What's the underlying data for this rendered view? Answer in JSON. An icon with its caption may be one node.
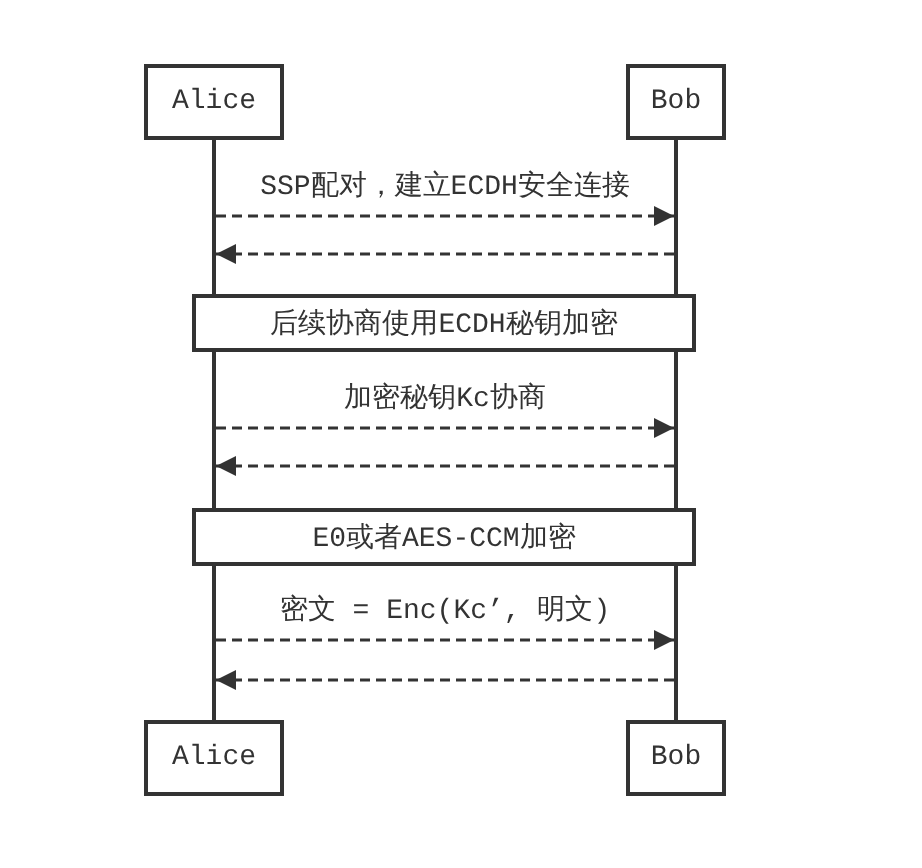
{
  "diagram": {
    "nodes": [
      {
        "text": [
          "Alice"
        ]
      },
      {
        "text": [
          "Bob"
        ]
      },
      {
        "text": [
          "后续协商使用ECDH秘钥加密"
        ]
      },
      {
        "text": [
          "E0或者AES-CCM加密"
        ]
      },
      {
        "text": [
          "Alice"
        ]
      },
      {
        "text": [
          "Bob"
        ]
      },
      {
        "text": [],
        "shape": "line"
      },
      {
        "text": [],
        "shape": "line"
      },
      {
        "text": [],
        "shape": "line"
      },
      {
        "text": [],
        "shape": "line"
      },
      {
        "text": [],
        "shape": "line"
      },
      {
        "text": [],
        "shape": "line"
      }
    ],
    "edges": [
      {
        "from": 6,
        "to": 7,
        "arrow": "to",
        "style": "dashed",
        "label": "SSP配对，建立ECDH安全连接"
      },
      {
        "from": 7,
        "to": 6,
        "arrow": "to",
        "style": "dashed"
      },
      {
        "from": 8,
        "to": 9,
        "arrow": "to",
        "style": "dashed",
        "label": "加密秘钥Kc协商"
      },
      {
        "from": 9,
        "to": 8,
        "arrow": "to",
        "style": "dashed"
      },
      {
        "from": 10,
        "to": 11,
        "arrow": "to",
        "style": "dashed",
        "label": "密文 = Enc(Kc’, 明文)"
      },
      {
        "from": 11,
        "to": 10,
        "arrow": "to",
        "style": "dashed"
      }
    ]
  }
}
